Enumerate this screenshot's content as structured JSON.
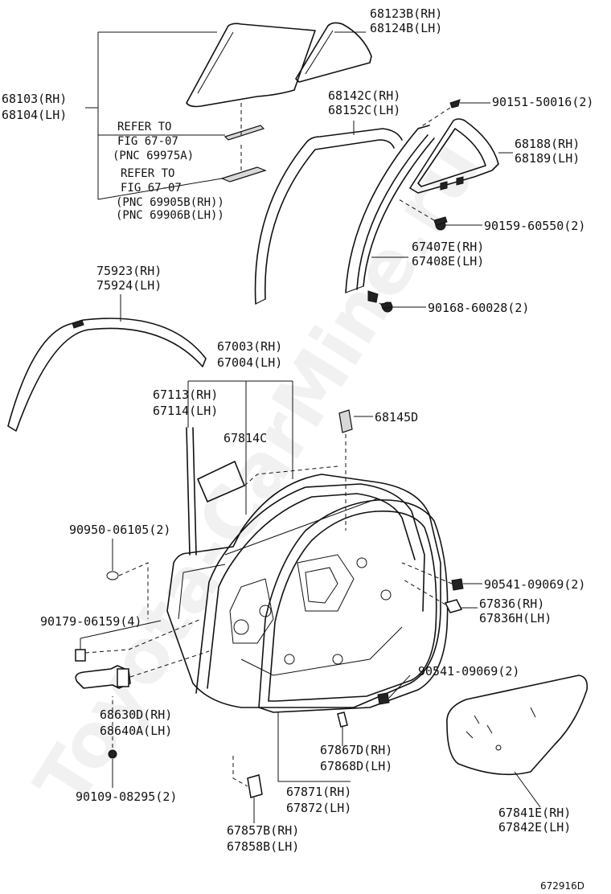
{
  "watermark": "Toyota-CarMine.ru",
  "figure_code": "672916D",
  "labels": {
    "p68123B_rh": "68123B(RH)",
    "p68124B_lh": "68124B(LH)",
    "p68103_rh": "68103(RH)",
    "p68104_lh": "68104(LH)",
    "refer1_line1": "REFER TO",
    "refer1_line2": "FIG 67-07",
    "refer1_line3": "(PNC 69975A)",
    "refer2_line1": "REFER TO",
    "refer2_line2": "FIG 67-07",
    "refer2_line3": "(PNC 69905B(RH))",
    "refer2_line4": "(PNC 69906B(LH))",
    "p68142C_rh": "68142C(RH)",
    "p68152C_lh": "68152C(LH)",
    "p90151": "90151-50016(2)",
    "p68188_rh": "68188(RH)",
    "p68189_lh": "68189(LH)",
    "p90159": "90159-60550(2)",
    "p67407E_rh": "67407E(RH)",
    "p67408E_lh": "67408E(LH)",
    "p90168": "90168-60028(2)",
    "p75923_rh": "75923(RH)",
    "p75924_lh": "75924(LH)",
    "p67003_rh": "67003(RH)",
    "p67004_lh": "67004(LH)",
    "p67113_rh": "67113(RH)",
    "p67114_lh": "67114(LH)",
    "p68145D": "68145D",
    "p67814C": "67814C",
    "p90950": "90950-06105(2)",
    "p90541_a": "90541-09069(2)",
    "p67836_rh": "67836(RH)",
    "p67836H_lh": "67836H(LH)",
    "p90179": "90179-06159(4)",
    "p90541_b": "90541-09069(2)",
    "p68630D_rh": "68630D(RH)",
    "p68640A_lh": "68640A(LH)",
    "p67867D_rh": "67867D(RH)",
    "p67868D_lh": "67868D(LH)",
    "p90109": "90109-08295(2)",
    "p67871_rh": "67871(RH)",
    "p67872_lh": "67872(LH)",
    "p67841E_rh": "67841E(RH)",
    "p67842E_lh": "67842E(LH)",
    "p67857B_rh": "67857B(RH)",
    "p67858B_lh": "67858B(LH)"
  }
}
